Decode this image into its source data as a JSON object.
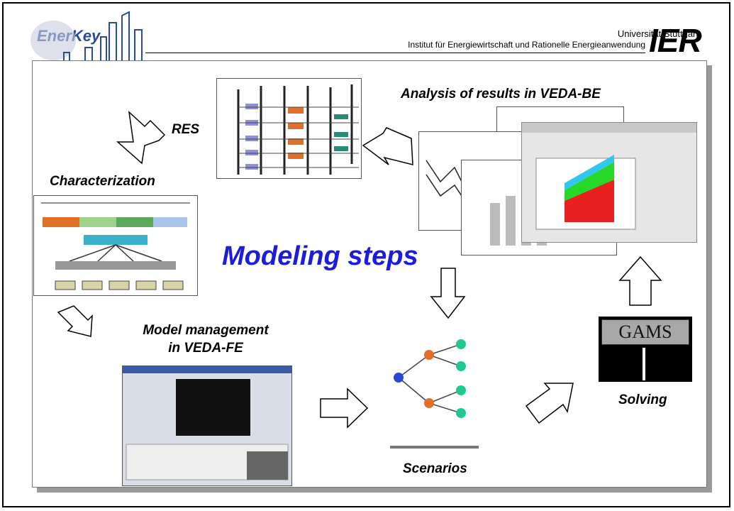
{
  "header": {
    "logo_text": "EnerKey",
    "university": "Universität Stuttgart",
    "institute": "Institut für Energiewirtschaft und Rationelle Energieanwendung",
    "ier": "IER"
  },
  "title": "Modeling steps",
  "labels": {
    "res": "RES",
    "characterization": "Characterization",
    "analysis": "Analysis of results in VEDA-BE",
    "model_mgmt_line1": "Model management",
    "model_mgmt_line2": "in VEDA-FE",
    "solving": "Solving",
    "scenarios": "Scenarios",
    "gams": "GAMS"
  },
  "colors": {
    "title_blue": "#1c1cdc",
    "logo_blue": "#2a4a9c",
    "gams_box": "#a8a8a8"
  }
}
